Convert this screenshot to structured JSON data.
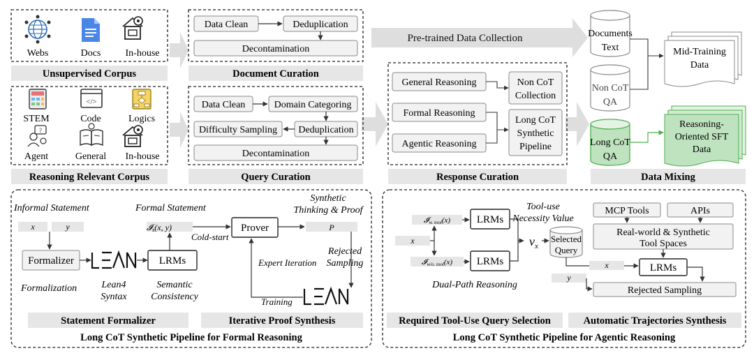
{
  "colors": {
    "box_fill": "#f2f2f2",
    "box_stroke": "#8a8a8a",
    "arrow": "#333333",
    "band": "#e6e6e6",
    "big_arrow": "#d9d9d9",
    "green_fill": "#bfe3bf",
    "green_light": "#e4f3e4",
    "green_stroke": "#4caf50",
    "doc_blue": "#4a86e8"
  },
  "icons": {
    "webs": "globe-network-icon",
    "docs": "document-icon",
    "inhouse": "house-gear-icon",
    "stem": "calculator-icon",
    "code": "code-window-icon",
    "logics": "flowchart-icon",
    "agent": "agent-chat-icon",
    "general": "open-book-icon",
    "lean": "lean4-logo-icon"
  },
  "corpus": {
    "unsupervised": {
      "items": [
        "Webs",
        "Docs",
        "In-house"
      ],
      "title": "Unsupervised Corpus"
    },
    "reasoning": {
      "items": [
        "STEM",
        "Code",
        "Logics",
        "Agent",
        "General",
        "In-house"
      ],
      "title": "Reasoning Relevant Corpus"
    }
  },
  "document_curation": {
    "steps": [
      "Data Clean",
      "Deduplication",
      "Decontamination"
    ],
    "title": "Document Curation"
  },
  "query_curation": {
    "steps": [
      "Data Clean",
      "Domain Categoring",
      "Difficulty Sampling",
      "Deduplication",
      "Decontamination"
    ],
    "title": "Query Curation"
  },
  "pretrained_label": "Pre-trained Data Collection",
  "response_curation": {
    "inputs": [
      "General Reasoning",
      "Formal Reasoning",
      "Agentic Reasoning"
    ],
    "outputs": [
      {
        "line1": "Non CoT",
        "line2": "Collection",
        "line3": ""
      },
      {
        "line1": "Long CoT",
        "line2": "Synthetic",
        "line3": "Pipeline"
      }
    ],
    "title": "Response Curation"
  },
  "data_mixing": {
    "cylinders": [
      {
        "line1": "Documents",
        "line2": "Text"
      },
      {
        "line1": "Non CoT",
        "line2": "QA"
      },
      {
        "line1": "Long CoT",
        "line2": "QA"
      }
    ],
    "outputs": [
      {
        "line1": "Mid-Training",
        "line2": "Data"
      },
      {
        "line1": "Reasoning-",
        "line2": "Oriented SFT",
        "line3": "Data"
      }
    ],
    "title": "Data Mixing"
  },
  "formal": {
    "informal_statement": "Informal Statement",
    "x": "x",
    "y": "y",
    "formalizer": "Formalizer",
    "formalization": "Formalization",
    "lean4_l1": "Lean4",
    "lean4_l2": "Syntax",
    "formal_statement": "Formal Statement",
    "ixy": "𝓘",
    "ixy_sub": "s",
    "ixy_args": "(x, y)",
    "lrms": "LRMs",
    "semantic_l1": "Semantic",
    "semantic_l2": "Consistency",
    "cold_start": "Cold-start",
    "prover": "Prover",
    "synthetic_l1": "Synthetic",
    "synthetic_l2": "Thinking & Proof",
    "p": "P",
    "rejected_l1": "Rejected",
    "rejected_l2": "Sampling",
    "expert_iteration": "Expert Iteration",
    "training": "Training",
    "band_left": "Statement Formalizer",
    "band_right": "Iterative Proof Synthesis",
    "title": "Long CoT Synthetic Pipeline for Formal Reasoning"
  },
  "agentic": {
    "i_w": "𝓘",
    "i_w_sub": "w. tool",
    "i_w_args": "(x)",
    "i_wo": "𝓘",
    "i_wo_sub": "w/o. tool",
    "i_wo_args": "(x)",
    "x": "x",
    "lrms": "LRMs",
    "tool_use_l1": "Tool-use",
    "tool_use_l2": "Necessity Value",
    "vx": "v",
    "vx_sub": "x",
    "selected_l1": "Selected",
    "selected_l2": "Query",
    "dual_path": "Dual-Path Reasoning",
    "mcp_tools": "MCP Tools",
    "apis": "APIs",
    "tool_spaces_l1": "Real-world & Synthetic",
    "tool_spaces_l2": "Tool Spaces",
    "x2": "x",
    "lrms2": "LRMs",
    "y": "y",
    "rejected_sampling": "Rejected Sampling",
    "band_left": "Required Tool-Use Query Selection",
    "band_right": "Automatic Trajectories Synthesis",
    "title": "Long CoT Synthetic Pipeline for Agentic Reasoning"
  }
}
